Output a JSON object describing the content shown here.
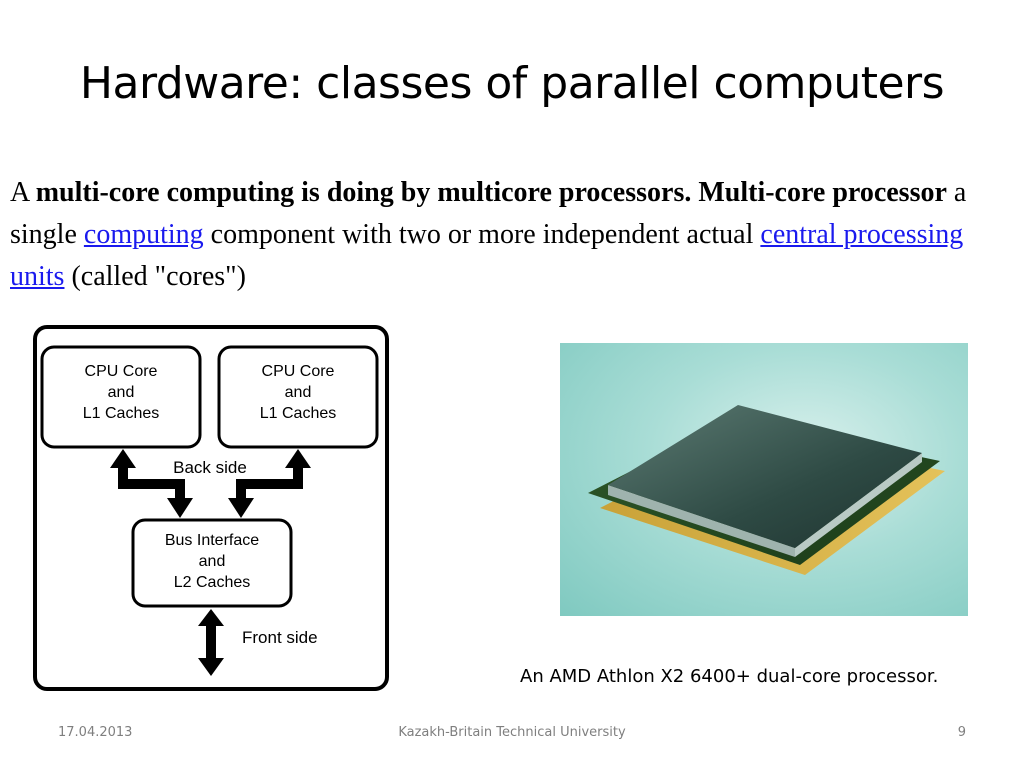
{
  "slide": {
    "title": "Hardware: classes of parallel computers",
    "paragraph": {
      "lead": "A ",
      "bold1": "multi-core computing is doing by multicore processors. Multi-core processor",
      "text1": " a single ",
      "link1": "computing",
      "text2": " component with two or more independent actual ",
      "link2": "central processing units",
      "text3": " (called \"cores\")"
    },
    "link_color": "#1a1aee",
    "diagram": {
      "core1": [
        "CPU Core",
        "and",
        "L1 Caches"
      ],
      "core2": [
        "CPU Core",
        "and",
        "L1 Caches"
      ],
      "back_side_label": "Back side",
      "bus": [
        "Bus Interface",
        "and",
        "L2 Caches"
      ],
      "front_side_label": "Front side"
    },
    "photo_caption": "An AMD Athlon X2 6400+ dual-core processor.",
    "footer": {
      "date": "17.04.2013",
      "organization": "Kazakh-Britain Technical University",
      "page_number": "9"
    }
  }
}
